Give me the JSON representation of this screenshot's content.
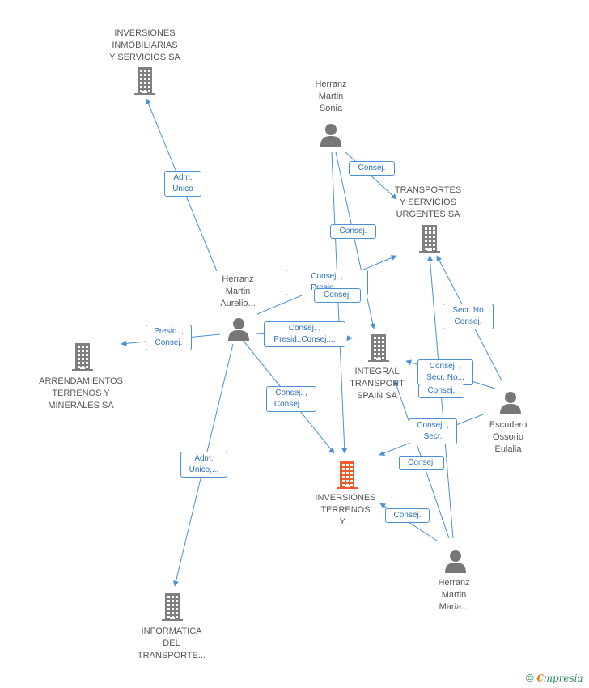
{
  "colors": {
    "edge": "#4a90d9",
    "company": "#7f7f7f",
    "highlight": "#f05a28",
    "person": "#777777"
  },
  "nodes": [
    {
      "id": "inv_inmob",
      "kind": "company",
      "label": "INVERSIONES\nINMOBILIARIAS\nY SERVICIOS SA"
    },
    {
      "id": "sonia",
      "kind": "person",
      "label": "Herranz\nMartin\nSonia"
    },
    {
      "id": "transportes",
      "kind": "company",
      "label": "TRANSPORTES\nY SERVICIOS\nURGENTES SA"
    },
    {
      "id": "aurelio",
      "kind": "person",
      "label": "Herranz\nMartin\nAurelio..."
    },
    {
      "id": "arrend",
      "kind": "company",
      "label": "ARRENDAMIENTOS\nTERRENOS Y\nMINERALES SA"
    },
    {
      "id": "integral",
      "kind": "company",
      "label": "INTEGRAL\nTRANSPORT\nSPAIN SA"
    },
    {
      "id": "eulalia",
      "kind": "person",
      "label": "Escudero\nOssorio\nEulalia"
    },
    {
      "id": "inv_terr",
      "kind": "company-highlight",
      "label": "INVERSIONES\nTERRENOS\nY..."
    },
    {
      "id": "maria",
      "kind": "person",
      "label": "Herranz\nMartin\nMaria..."
    },
    {
      "id": "informatica",
      "kind": "company",
      "label": "INFORMATICA\nDEL\nTRANSPORTE..."
    }
  ],
  "edge_labels": [
    {
      "id": "e1",
      "text": "Adm.\nUnico"
    },
    {
      "id": "e2",
      "text": "Consej."
    },
    {
      "id": "e3",
      "text": "Consej."
    },
    {
      "id": "e4",
      "text": "Consej. ,\nPresid...."
    },
    {
      "id": "e5",
      "text": "Consej."
    },
    {
      "id": "e6",
      "text": "Presid. ,\nConsej."
    },
    {
      "id": "e7",
      "text": "Consej. ,\nPresid.,Consej...."
    },
    {
      "id": "e8",
      "text": "Secr.  No\nConsej."
    },
    {
      "id": "e9",
      "text": "Consej. ,\nSecr. No..."
    },
    {
      "id": "e10",
      "text": "Consej."
    },
    {
      "id": "e11",
      "text": "Consej. ,\nConsej...."
    },
    {
      "id": "e12",
      "text": "Consej. ,\nSecr."
    },
    {
      "id": "e13",
      "text": "Consej."
    },
    {
      "id": "e14",
      "text": "Adm.\nUnico,..."
    },
    {
      "id": "e15",
      "text": "Consej."
    }
  ],
  "footer": {
    "copyright": "©",
    "brand_initial": "€",
    "brand_rest": "mpresia"
  }
}
